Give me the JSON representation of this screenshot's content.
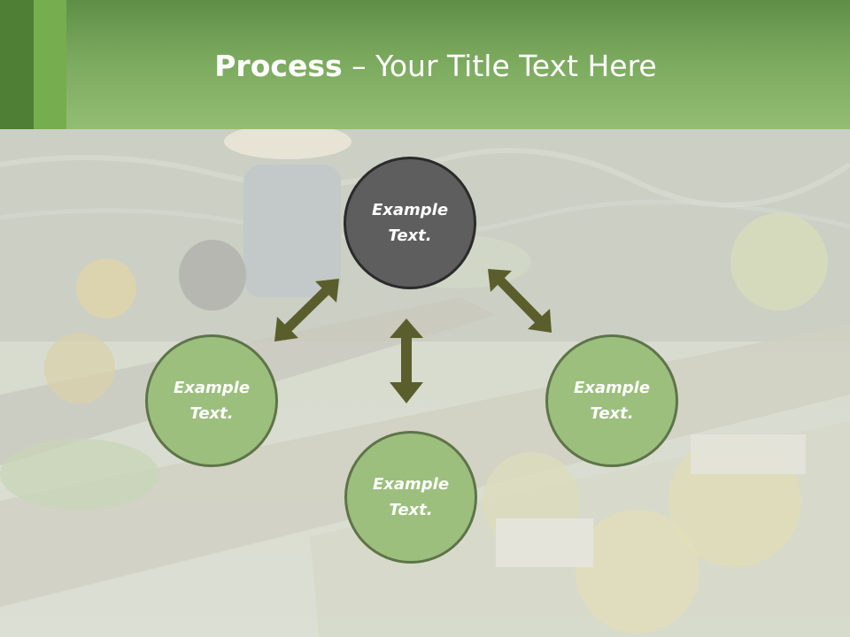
{
  "slide": {
    "title_bold": "Process",
    "title_rest": " – Your Title Text Here"
  },
  "diagram": {
    "center": {
      "line1": "Example",
      "line2": "Text."
    },
    "left": {
      "line1": "Example",
      "line2": "Text."
    },
    "bottom": {
      "line1": "Example",
      "line2": "Text."
    },
    "right": {
      "line1": "Example",
      "line2": "Text."
    }
  },
  "colors": {
    "header_green": "#7aa95e",
    "accent_dark": "#4f7e35",
    "accent_mid": "#76ad4f",
    "center_fill": "#5e5e5e",
    "node_fill": "#9cbf7e",
    "arrow": "#5a5e2c"
  },
  "background": {
    "description_icon": "photo-floating-market"
  }
}
